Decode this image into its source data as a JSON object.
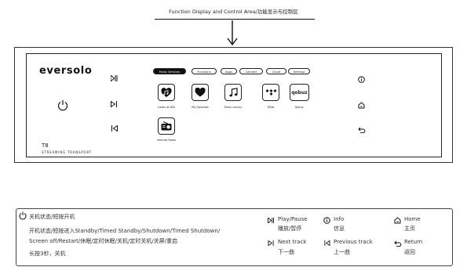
{
  "header": {
    "title": "Function Display and Control Area/功能显示与控制区"
  },
  "device": {
    "logo": "eversolo",
    "model": "T8",
    "subtitle": "STREAMING TRANSPORT",
    "tabs": [
      {
        "label": "Music Services",
        "active": true
      },
      {
        "label": "Functions",
        "active": false
      },
      {
        "label": "Apps",
        "active": false
      },
      {
        "label": "Connect",
        "active": false
      },
      {
        "label": "Cloud",
        "active": false
      },
      {
        "label": "Settings",
        "active": false
      }
    ],
    "apps": [
      {
        "label": "Listen at Will",
        "icon": "heart-music-icon"
      },
      {
        "label": "My Favorites",
        "icon": "heart-icon"
      },
      {
        "label": "Music Library",
        "icon": "music-note-icon"
      },
      {
        "label": "TIDAL",
        "icon": "tidal-icon"
      },
      {
        "label": "Qobuz",
        "icon": "qobuz-icon",
        "logo_text": "qobuz"
      },
      {
        "label": "Internet Radio",
        "icon": "radio-icon"
      }
    ]
  },
  "legend": {
    "power": {
      "title": "关机状态/短按开机",
      "line1": "开机状态/短按进入Standby/Timed Standby/Shutdown/Timed Shutdown/",
      "line2": "Screen off/Restart/休眠/定时休眠/关机/定时关机/关屏/重启",
      "line3": "长按3秒，关机"
    },
    "play_pause": {
      "en": "Play/Pause",
      "zh": "播放/暂停"
    },
    "next_track": {
      "en": "Next track",
      "zh": "下一曲"
    },
    "info": {
      "en": "Info",
      "zh": "信息"
    },
    "previous_track": {
      "en": "Previous track",
      "zh": "上一曲"
    },
    "home": {
      "en": "Home",
      "zh": "主页"
    },
    "return": {
      "en": "Return",
      "zh": "返回"
    }
  }
}
